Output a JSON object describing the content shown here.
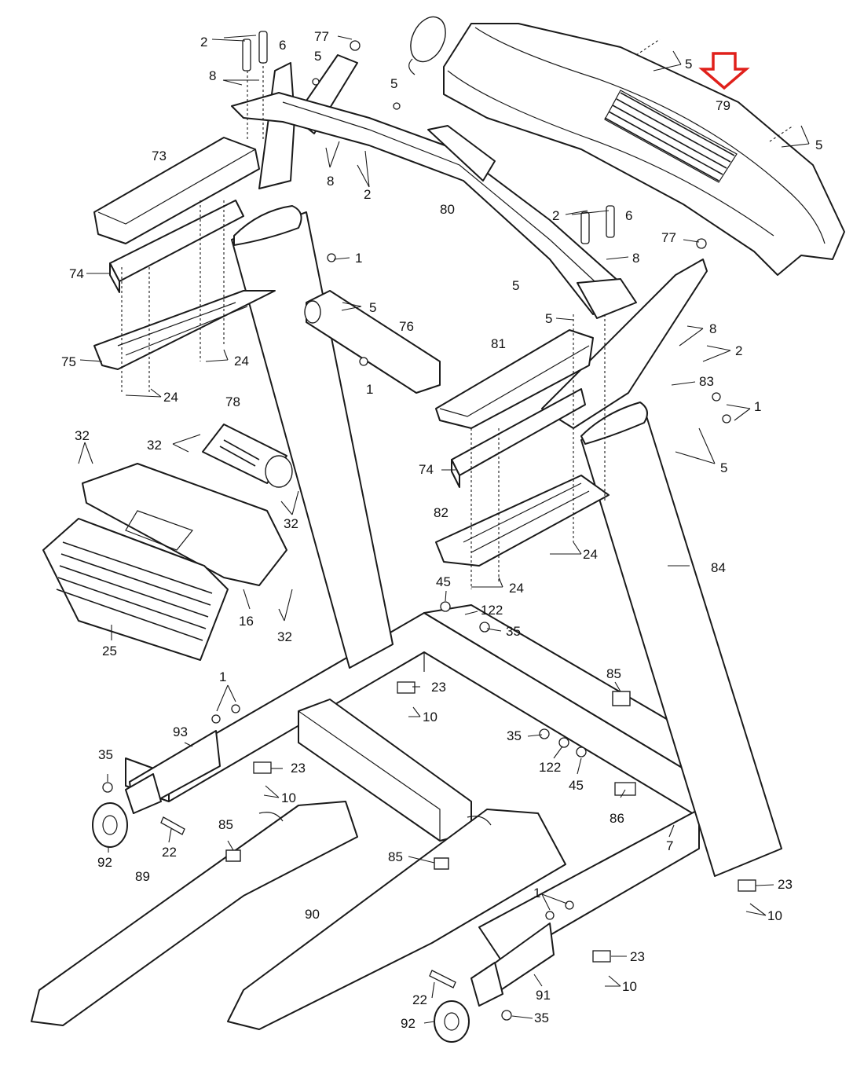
{
  "highlight": {
    "color": "#e0201b",
    "target": "79",
    "icon": "down-arrow-icon"
  },
  "callouts": [
    {
      "id": "c2a",
      "label": "2"
    },
    {
      "id": "c6a",
      "label": "6"
    },
    {
      "id": "c77a",
      "label": "77"
    },
    {
      "id": "c5a",
      "label": "5"
    },
    {
      "id": "c8a",
      "label": "8"
    },
    {
      "id": "c5b",
      "label": "5"
    },
    {
      "id": "c5c",
      "label": "5"
    },
    {
      "id": "c79",
      "label": "79"
    },
    {
      "id": "c5d",
      "label": "5"
    },
    {
      "id": "c73",
      "label": "73"
    },
    {
      "id": "c8b",
      "label": "8"
    },
    {
      "id": "c2b",
      "label": "2"
    },
    {
      "id": "c80",
      "label": "80"
    },
    {
      "id": "c2c",
      "label": "2"
    },
    {
      "id": "c6b",
      "label": "6"
    },
    {
      "id": "c77b",
      "label": "77"
    },
    {
      "id": "c8c",
      "label": "8"
    },
    {
      "id": "c74a",
      "label": "74"
    },
    {
      "id": "c1a",
      "label": "1"
    },
    {
      "id": "c5e",
      "label": "5"
    },
    {
      "id": "c5f",
      "label": "5"
    },
    {
      "id": "c76",
      "label": "76"
    },
    {
      "id": "c5g",
      "label": "5"
    },
    {
      "id": "c8d",
      "label": "8"
    },
    {
      "id": "c2d",
      "label": "2"
    },
    {
      "id": "c75",
      "label": "75"
    },
    {
      "id": "c24a",
      "label": "24"
    },
    {
      "id": "c81",
      "label": "81"
    },
    {
      "id": "c1b",
      "label": "1"
    },
    {
      "id": "c83",
      "label": "83"
    },
    {
      "id": "c24b",
      "label": "24"
    },
    {
      "id": "c78",
      "label": "78"
    },
    {
      "id": "c1c",
      "label": "1"
    },
    {
      "id": "c32a",
      "label": "32"
    },
    {
      "id": "c32b",
      "label": "32"
    },
    {
      "id": "c74b",
      "label": "74"
    },
    {
      "id": "c5h",
      "label": "5"
    },
    {
      "id": "c32c",
      "label": "32"
    },
    {
      "id": "c82",
      "label": "82"
    },
    {
      "id": "c24c",
      "label": "24"
    },
    {
      "id": "c84",
      "label": "84"
    },
    {
      "id": "c24d",
      "label": "24"
    },
    {
      "id": "c45a",
      "label": "45"
    },
    {
      "id": "c122a",
      "label": "122"
    },
    {
      "id": "c35a",
      "label": "35"
    },
    {
      "id": "c16",
      "label": "16"
    },
    {
      "id": "c32d",
      "label": "32"
    },
    {
      "id": "c25",
      "label": "25"
    },
    {
      "id": "c85a",
      "label": "85"
    },
    {
      "id": "c1d",
      "label": "1"
    },
    {
      "id": "c23a",
      "label": "23"
    },
    {
      "id": "c10a",
      "label": "10"
    },
    {
      "id": "c93",
      "label": "93"
    },
    {
      "id": "c35b",
      "label": "35"
    },
    {
      "id": "c35c",
      "label": "35"
    },
    {
      "id": "c122b",
      "label": "122"
    },
    {
      "id": "c45b",
      "label": "45"
    },
    {
      "id": "c23b",
      "label": "23"
    },
    {
      "id": "c10b",
      "label": "10"
    },
    {
      "id": "c86",
      "label": "86"
    },
    {
      "id": "c85b",
      "label": "85"
    },
    {
      "id": "c22a",
      "label": "22"
    },
    {
      "id": "c7",
      "label": "7"
    },
    {
      "id": "c92a",
      "label": "92"
    },
    {
      "id": "c89",
      "label": "89"
    },
    {
      "id": "c85c",
      "label": "85"
    },
    {
      "id": "c23c",
      "label": "23"
    },
    {
      "id": "c10c",
      "label": "10"
    },
    {
      "id": "c1e",
      "label": "1"
    },
    {
      "id": "c90",
      "label": "90"
    },
    {
      "id": "c23d",
      "label": "23"
    },
    {
      "id": "c91",
      "label": "91"
    },
    {
      "id": "c10d",
      "label": "10"
    },
    {
      "id": "c22b",
      "label": "22"
    },
    {
      "id": "c92b",
      "label": "92"
    },
    {
      "id": "c35d",
      "label": "35"
    }
  ]
}
